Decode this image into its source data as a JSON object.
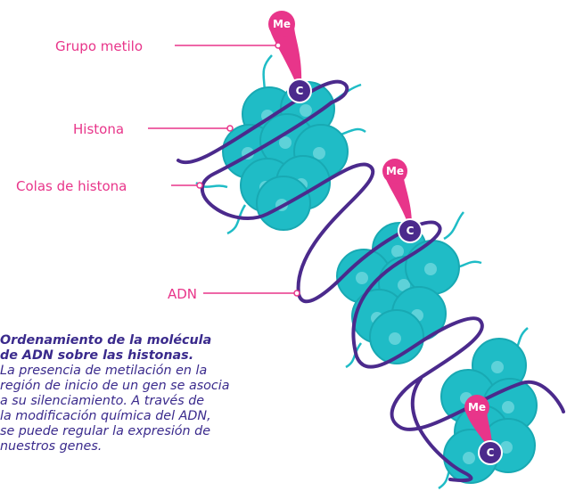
{
  "labels": {
    "methyl_group": "Grupo metilo",
    "histone": "Histona",
    "histone_tails": "Colas de histona",
    "dna": "ADN"
  },
  "markers": {
    "methyl": "Me",
    "cytosine": "C"
  },
  "caption": {
    "title_line1": "Ordenamiento de la molécula",
    "title_line2": "de ADN sobre las histonas.",
    "body_lines": [
      "La presencia de metilación en la",
      "región de inicio de un gen se asocia",
      "a su silenciamiento. A través de",
      "la modificación química del ADN,",
      "se puede regular la expresión de",
      "nuestros genes."
    ]
  },
  "colors": {
    "histone": "#1fbcc6",
    "histone_dark": "#18a9b3",
    "histone_highlight": "#6ed7dd",
    "dna": "#4b2a8c",
    "methyl": "#e8358a",
    "label": "#e8358a",
    "caption": "#3a2a8c"
  }
}
